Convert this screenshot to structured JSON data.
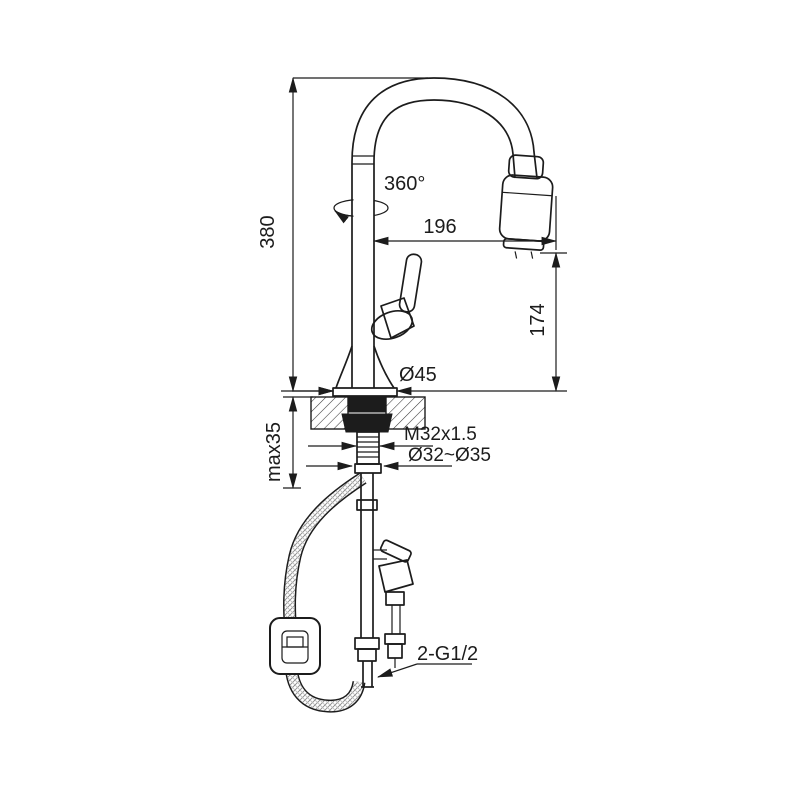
{
  "diagram": {
    "background": "#ffffff",
    "line_color": "#1c1c1c",
    "labels": {
      "total_height": "380",
      "swivel_angle": "360°",
      "spout_reach": "196",
      "outlet_height": "174",
      "base_diameter": "Ø45",
      "mounting_thread": "M32x1.5",
      "hole_diameter": "Ø32~Ø35",
      "max_deck_thickness": "max35",
      "hose_connection": "2-G1/2"
    }
  }
}
